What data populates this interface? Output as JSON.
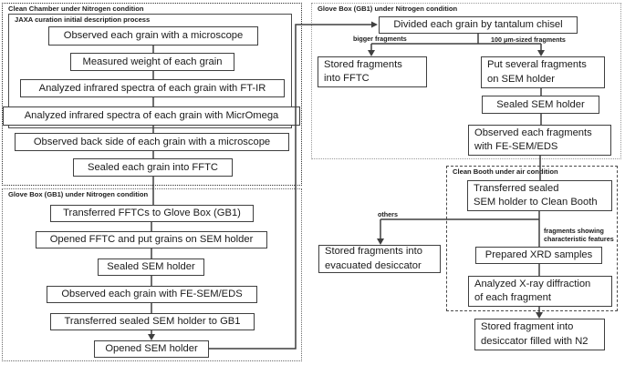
{
  "panels": {
    "clean_chamber": {
      "label": "Clean Chamber under Nitrogen condition"
    },
    "jaxa": {
      "label": "JAXA curation initial description process"
    },
    "gb1_left": {
      "label": "Glove Box (GB1) under Nitrogen condition"
    },
    "gb1_right": {
      "label": "Glove Box (GB1) under Nitrogen condition"
    },
    "clean_booth": {
      "label": "Clean Booth under air condition"
    }
  },
  "boxes": {
    "observed_microscope": "Observed each grain with a microscope",
    "measured_weight": "Measured weight of each grain",
    "ftir": "Analyzed infrared spectra of each grain with FT-IR",
    "micromega": "Analyzed infrared spectra of each grain with MicrOmega",
    "back_side": "Observed back side of each grain with a microscope",
    "sealed_fftc": "Sealed each grain into FFTC",
    "transferred_fftcs": "Transferred FFTCs to Glove Box (GB1)",
    "opened_fftc": "Opened FFTC and put grains on SEM holder",
    "sealed_sem_left": "Sealed SEM holder",
    "observed_fesem_left": "Observed each grain with FE-SEM/EDS",
    "transferred_sealed_gb1": "Transferred sealed SEM holder to GB1",
    "opened_sem": "Opened SEM holder",
    "divided": "Divided each grain by tantalum chisel",
    "stored_fftc": [
      "Stored fragments",
      "into FFTC"
    ],
    "put_several": [
      "Put several fragments",
      "on SEM holder"
    ],
    "sealed_sem_right": "Sealed SEM holder",
    "observed_fesem_right": [
      "Observed each fragments",
      "with FE-SEM/EDS"
    ],
    "transferred_clean_booth": [
      "Transferred sealed",
      "SEM holder to Clean Booth"
    ],
    "stored_desiccator": [
      "Stored fragments into",
      "evacuated desiccator"
    ],
    "prepared_xrd": "Prepared XRD samples",
    "analyzed_xrd": [
      "Analyzed X-ray diffraction",
      "of each fragment"
    ],
    "stored_n2": [
      "Stored fragment into",
      "desiccator filled with N2"
    ]
  },
  "edge_labels": {
    "bigger_fragments": "bigger fragments",
    "um_fragments": "100 μm-sized fragments",
    "others": "others",
    "fragments_showing": [
      "fragments showing",
      "characteristic features"
    ]
  },
  "colors": {
    "background": "#ffffff",
    "box_border": "#3f3f3f",
    "line": "#3f3f3f",
    "text": "#1a1a1a",
    "panel_border_dark": "#2f2f2f",
    "panel_border_light": "#9a9a9a"
  }
}
